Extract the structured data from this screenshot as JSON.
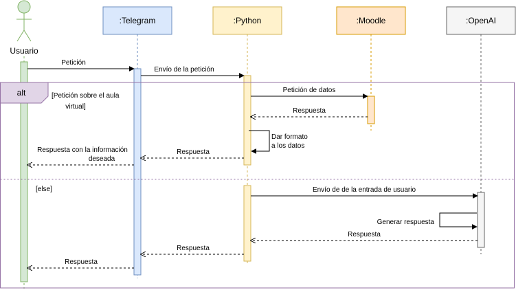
{
  "colors": {
    "actor_fill": "#d5e8d4",
    "actor_stroke": "#82b366",
    "telegram_fill": "#dae8fc",
    "telegram_stroke": "#6c8ebf",
    "python_fill": "#fff2cc",
    "python_stroke": "#d6b656",
    "moodle_fill": "#ffe6cc",
    "moodle_stroke": "#d79b00",
    "openai_fill": "#f5f5f5",
    "openai_stroke": "#666666",
    "alt_fill": "#e1d5e7",
    "alt_stroke": "#9673a6"
  },
  "participants": {
    "usuario": "Usuario",
    "telegram": ":Telegram",
    "python": ":Python",
    "moodle": ":Moodle",
    "openai": ":OpenAI"
  },
  "fragment": {
    "keyword": "alt",
    "guard_line1": "[Petición sobre el aula",
    "guard_line2": "virtual]",
    "else_guard": "[else]"
  },
  "messages": {
    "m1": "Petición",
    "m2": "Envío de la petición",
    "m3": "Petición de datos",
    "m4": "Respuesta",
    "m5_line1": "Dar formato",
    "m5_line2": "a los datos",
    "m6": "Respuesta",
    "m7_line1": "Respuesta con la información",
    "m7_line2": "deseada",
    "m8": "Envío de de la entrada de usuario",
    "m9": "Generar respuesta",
    "m10": "Respuesta",
    "m11": "Respuesta",
    "m12": "Respuesta"
  }
}
